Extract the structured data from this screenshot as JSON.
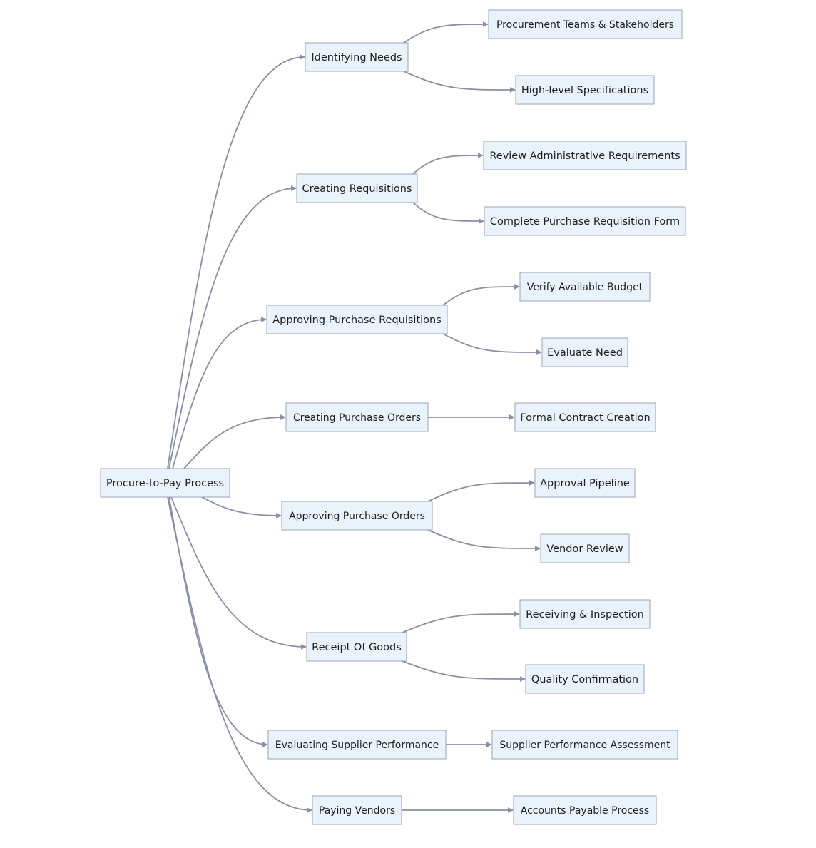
{
  "diagram": {
    "edge_color": "#8a8ea6",
    "node_fill": "#eaf2fb",
    "node_border": "#9aa4b8",
    "text_color": "#1e1e1e",
    "root": {
      "id": "root",
      "label": "Procure-to-Pay Process"
    },
    "stages": [
      {
        "id": "identifying-needs",
        "label": "Identifying Needs",
        "children": [
          {
            "id": "procurement-teams",
            "label": "Procurement Teams & Stakeholders"
          },
          {
            "id": "high-level-specs",
            "label": "High-level Specifications"
          }
        ]
      },
      {
        "id": "creating-requisitions",
        "label": "Creating Requisitions",
        "children": [
          {
            "id": "review-admin-req",
            "label": "Review Administrative Requirements"
          },
          {
            "id": "complete-pr-form",
            "label": "Complete Purchase Requisition Form"
          }
        ]
      },
      {
        "id": "approving-prs",
        "label": "Approving Purchase Requisitions",
        "children": [
          {
            "id": "verify-budget",
            "label": "Verify Available Budget"
          },
          {
            "id": "evaluate-need",
            "label": "Evaluate Need"
          }
        ]
      },
      {
        "id": "creating-pos",
        "label": "Creating Purchase Orders",
        "children": [
          {
            "id": "formal-contract",
            "label": "Formal Contract Creation"
          }
        ]
      },
      {
        "id": "approving-pos",
        "label": "Approving Purchase Orders",
        "children": [
          {
            "id": "approval-pipeline",
            "label": "Approval Pipeline"
          },
          {
            "id": "vendor-review",
            "label": "Vendor Review"
          }
        ]
      },
      {
        "id": "receipt-of-goods",
        "label": "Receipt Of Goods",
        "children": [
          {
            "id": "receiving-inspection",
            "label": "Receiving & Inspection"
          },
          {
            "id": "quality-confirmation",
            "label": "Quality Confirmation"
          }
        ]
      },
      {
        "id": "evaluating-supplier",
        "label": "Evaluating Supplier Performance",
        "children": [
          {
            "id": "supplier-assessment",
            "label": "Supplier Performance Assessment"
          }
        ]
      },
      {
        "id": "paying-vendors",
        "label": "Paying Vendors",
        "children": [
          {
            "id": "accounts-payable",
            "label": "Accounts Payable Process"
          }
        ]
      }
    ]
  }
}
